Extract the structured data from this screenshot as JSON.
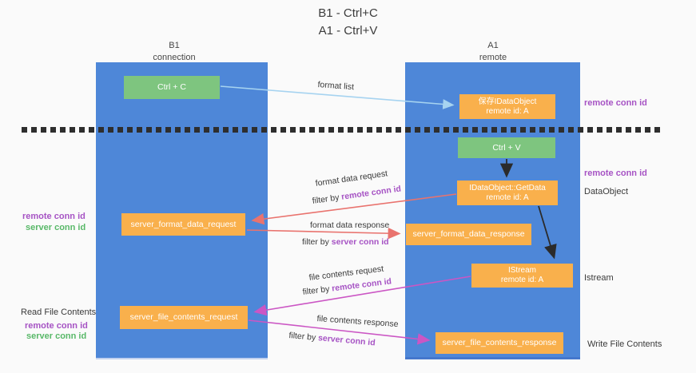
{
  "title": {
    "line1": "B1 - Ctrl+C",
    "line2": "A1 - Ctrl+V"
  },
  "columns": {
    "left": {
      "header_line1": "B1",
      "header_line2": "connection"
    },
    "right": {
      "header_line1": "A1",
      "header_line2": "remote"
    }
  },
  "boxes": {
    "ctrl_c": {
      "label": "Ctrl + C"
    },
    "save_idataobject": {
      "line1": "保存IDataObject",
      "line2": "remote id: A"
    },
    "ctrl_v": {
      "label": "Ctrl + V"
    },
    "getdata": {
      "line1": "IDataObject::GetData",
      "line2": "remote id: A"
    },
    "format_request": {
      "label": "server_format_data_request"
    },
    "format_response": {
      "label": "server_format_data_response"
    },
    "istream": {
      "line1": "IStream",
      "line2": "remote id: A"
    },
    "file_request": {
      "label": "server_file_contents_request"
    },
    "file_response": {
      "label": "server_file_contents_response"
    }
  },
  "arrow_labels": {
    "format_list": "format list",
    "format_data_request": "format data request",
    "format_data_response": "format data response",
    "file_contents_request": "file contents request",
    "file_contents_response": "file contents response",
    "filter_prefix": "filter by ",
    "filter_remote": "remote conn id",
    "filter_server": "server conn id"
  },
  "side_labels": {
    "right_remote_top": "remote conn id",
    "right_remote_mid": "remote conn id",
    "dataobject": "DataObject",
    "istream": "Istream",
    "write_file": "Write File Contents",
    "left_remote_mid": "remote conn id",
    "left_server_mid": "server conn id",
    "read_file": "Read File Contents",
    "left_remote_bottom": "remote conn id",
    "left_server_bottom": "server conn id"
  },
  "colors": {
    "column_blue": "#4e87d8",
    "box_green": "#7ec57f",
    "box_orange": "#f9b04c",
    "arrow_light_blue": "#a6d3f0",
    "arrow_red": "#e9736e",
    "arrow_magenta": "#cb56c4",
    "arrow_black": "#2b2b2b",
    "text_purple": "#a653c4",
    "text_green": "#58b868"
  }
}
